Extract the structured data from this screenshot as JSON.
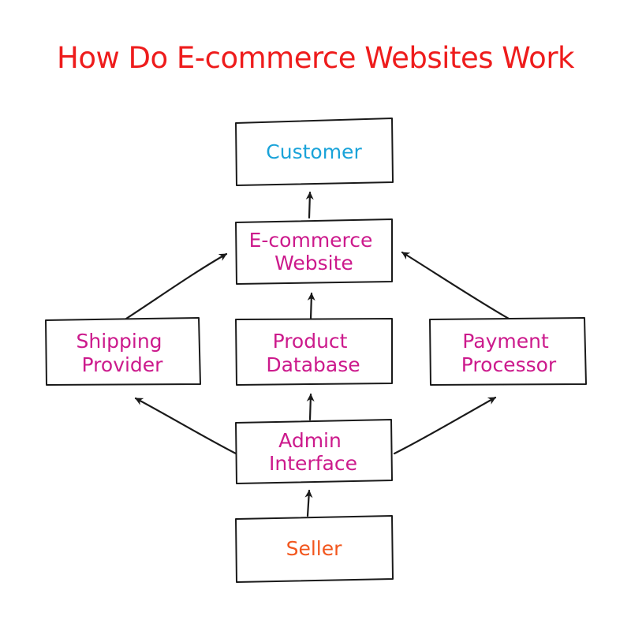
{
  "title": "How Do E-commerce Websites Work",
  "colors": {
    "title": "#ee1c1c",
    "customer": "#1aa3d9",
    "internal": "#cc1a8c",
    "seller": "#f2561d",
    "stroke": "#1a1a1a"
  },
  "nodes": {
    "customer": {
      "lines": [
        "Customer"
      ]
    },
    "website": {
      "lines": [
        "E-commerce",
        "Website"
      ]
    },
    "shipping": {
      "lines": [
        "Shipping",
        "Provider"
      ]
    },
    "database": {
      "lines": [
        "Product",
        "Database"
      ]
    },
    "payment": {
      "lines": [
        "Payment",
        "Processor"
      ]
    },
    "admin": {
      "lines": [
        "Admin",
        "Interface"
      ]
    },
    "seller": {
      "lines": [
        "Seller"
      ]
    }
  },
  "edges": [
    {
      "from": "website",
      "to": "customer"
    },
    {
      "from": "database",
      "to": "website"
    },
    {
      "from": "shipping",
      "to": "website"
    },
    {
      "from": "payment",
      "to": "website"
    },
    {
      "from": "admin",
      "to": "database"
    },
    {
      "from": "admin",
      "to": "shipping"
    },
    {
      "from": "admin",
      "to": "payment"
    },
    {
      "from": "seller",
      "to": "admin"
    }
  ]
}
